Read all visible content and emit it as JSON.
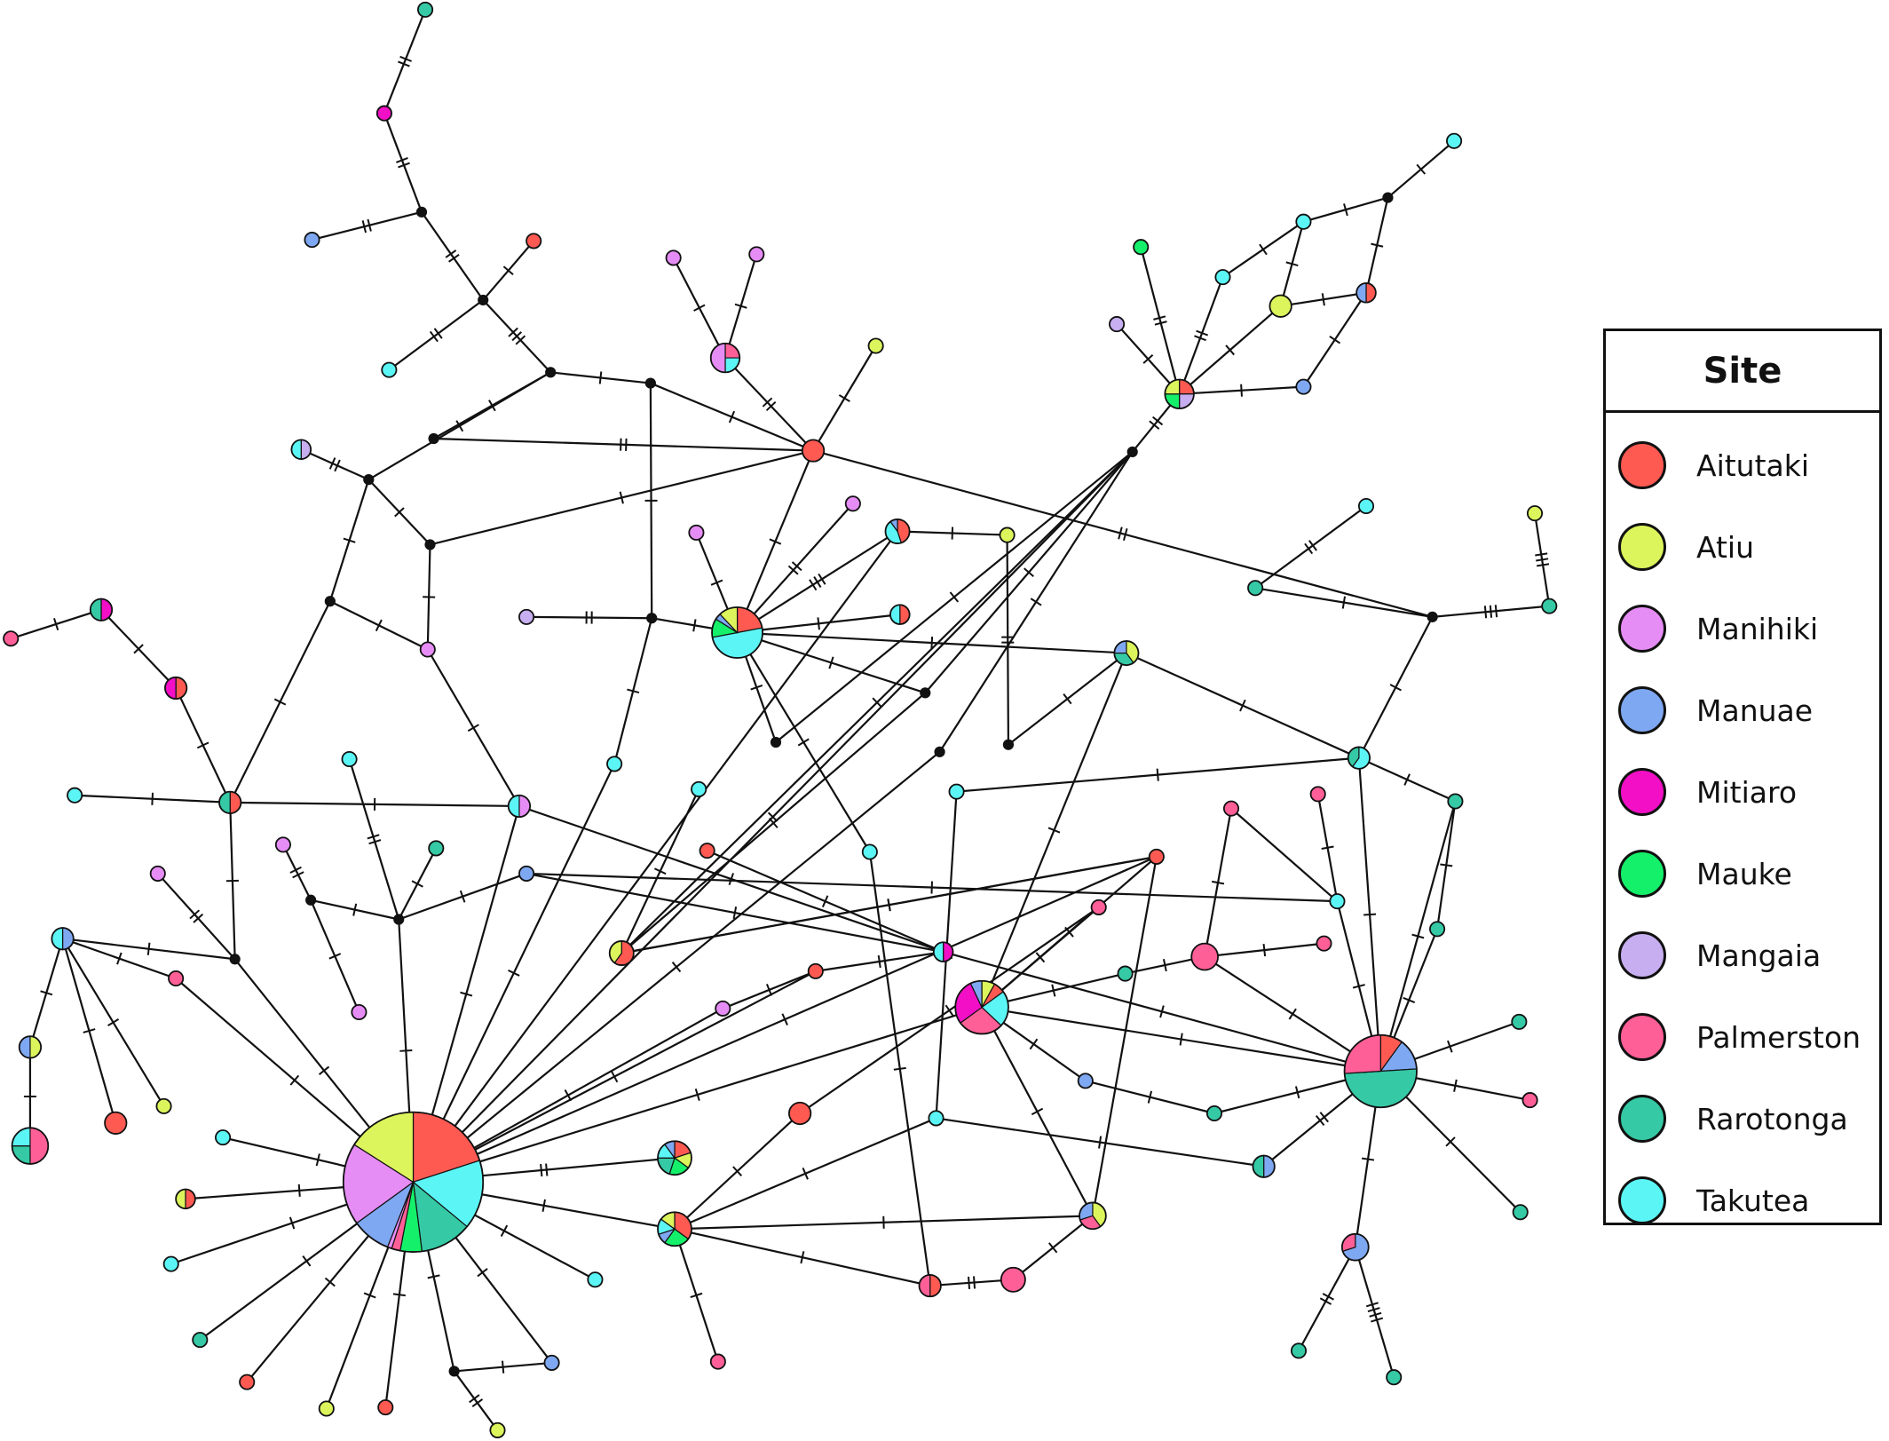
{
  "legend": {
    "title": "Site",
    "items": [
      {
        "label": "Aitutaki",
        "color": "#ff5a52"
      },
      {
        "label": "Atiu",
        "color": "#ddf55c"
      },
      {
        "label": "Manihiki",
        "color": "#e68cf5"
      },
      {
        "label": "Manuae",
        "color": "#7fa8f2"
      },
      {
        "label": "Mitiaro",
        "color": "#f20fc6"
      },
      {
        "label": "Mauke",
        "color": "#15f06a"
      },
      {
        "label": "Mangaia",
        "color": "#c7aef0"
      },
      {
        "label": "Palmerston",
        "color": "#ff5f97"
      },
      {
        "label": "Rarotonga",
        "color": "#35c9a5"
      },
      {
        "label": "Takutea",
        "color": "#5cf5f5"
      }
    ]
  },
  "network": {
    "haplotype_count": 111,
    "median_vector_count": 27
  }
}
